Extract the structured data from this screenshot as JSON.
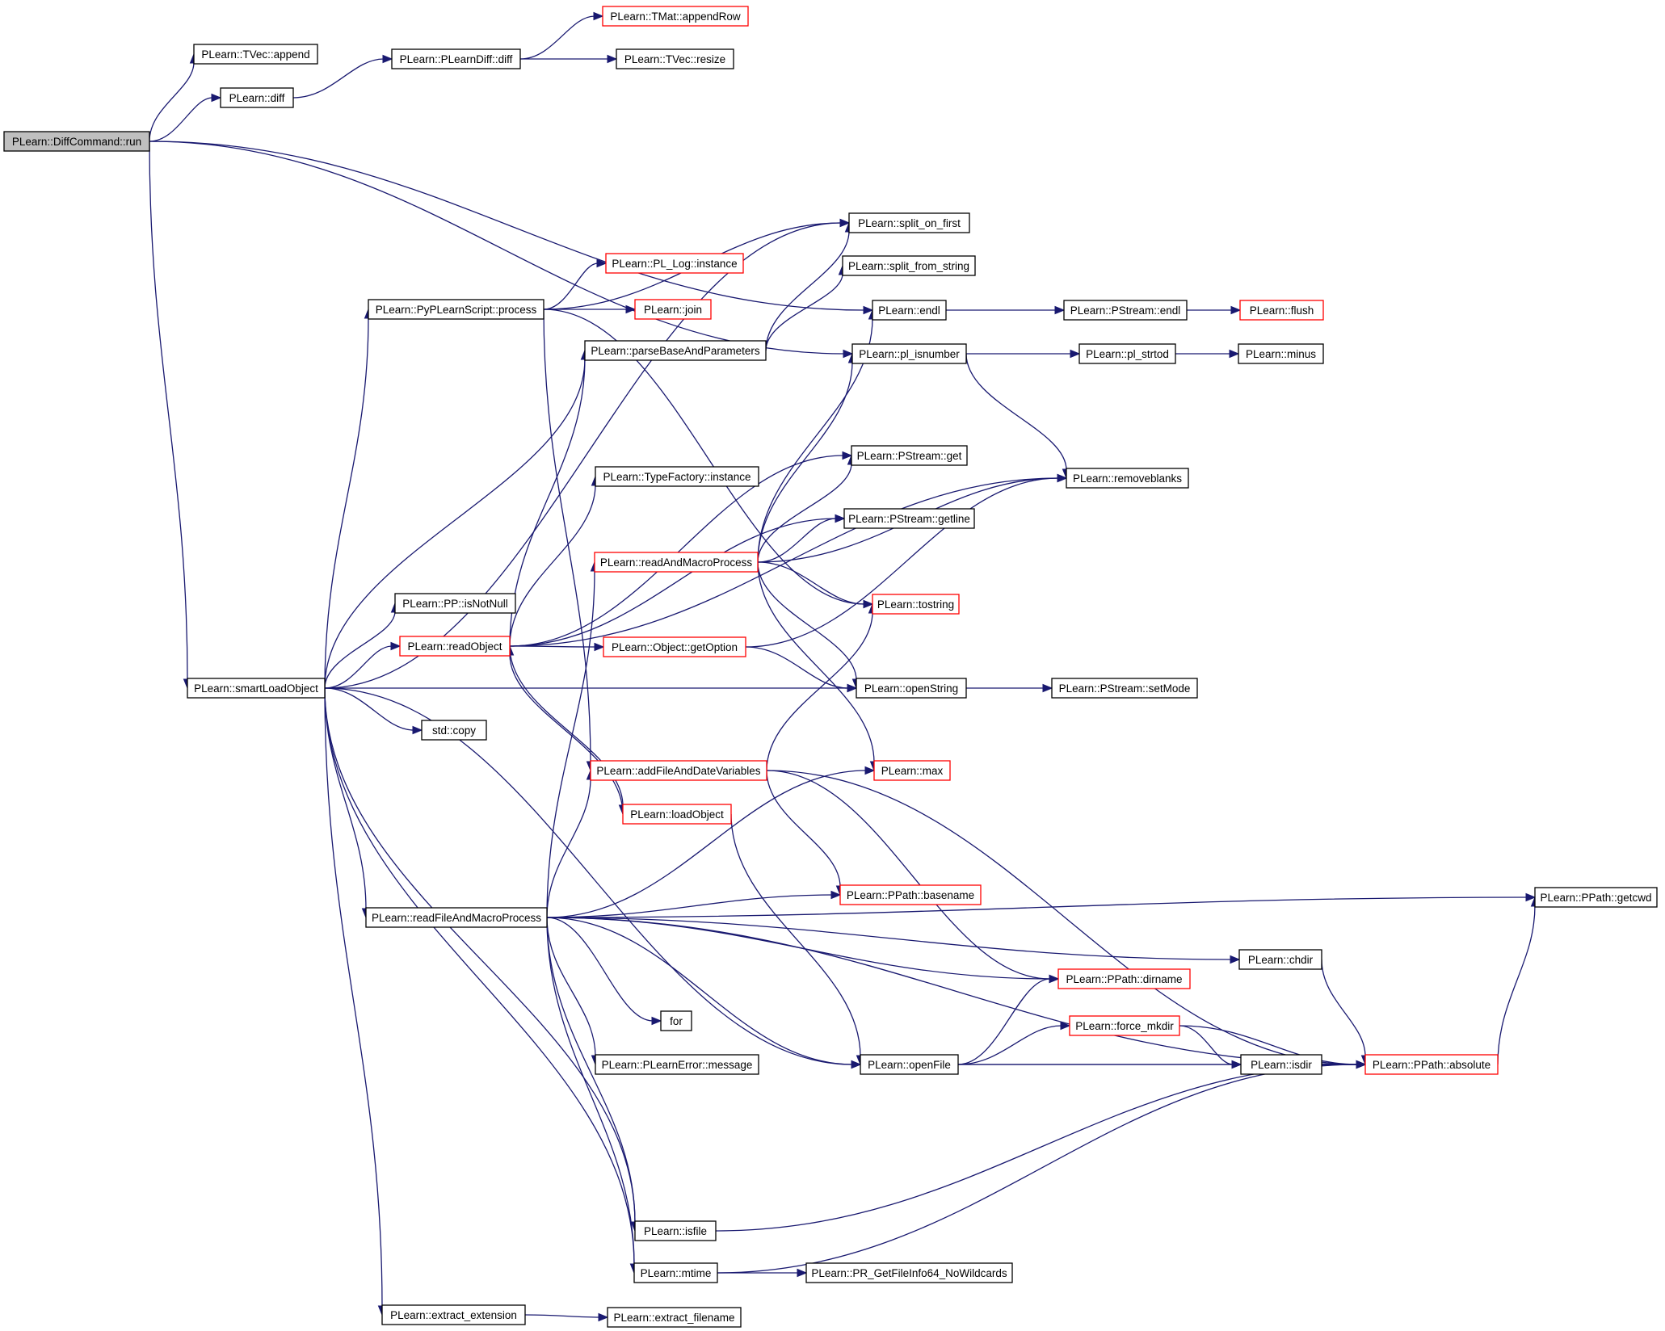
{
  "diagram": {
    "nodes": [
      {
        "id": "run",
        "label": "PLearn::DiffCommand::run",
        "style": "root"
      },
      {
        "id": "tvec_append",
        "label": "PLearn::TVec::append"
      },
      {
        "id": "diff",
        "label": "PLearn::diff"
      },
      {
        "id": "plearndiff",
        "label": "PLearn::PLearnDiff::diff"
      },
      {
        "id": "appendrow",
        "label": "PLearn::TMat::appendRow",
        "style": "red"
      },
      {
        "id": "resize",
        "label": "PLearn::TVec::resize"
      },
      {
        "id": "split_on_first",
        "label": "PLearn::split_on_first"
      },
      {
        "id": "split_from_string",
        "label": "PLearn::split_from_string"
      },
      {
        "id": "pl_log",
        "label": "PLearn::PL_Log::instance",
        "style": "red"
      },
      {
        "id": "process",
        "label": "PLearn::PyPLearnScript::process"
      },
      {
        "id": "join",
        "label": "PLearn::join",
        "style": "red"
      },
      {
        "id": "endl",
        "label": "PLearn::endl"
      },
      {
        "id": "pstream_endl",
        "label": "PLearn::PStream::endl"
      },
      {
        "id": "flush",
        "label": "PLearn::flush",
        "style": "red"
      },
      {
        "id": "parsebase",
        "label": "PLearn::parseBaseAndParameters"
      },
      {
        "id": "pl_isnumber",
        "label": "PLearn::pl_isnumber"
      },
      {
        "id": "pl_strtod",
        "label": "PLearn::pl_strtod"
      },
      {
        "id": "minus",
        "label": "PLearn::minus"
      },
      {
        "id": "pstream_get",
        "label": "PLearn::PStream::get"
      },
      {
        "id": "removeblanks",
        "label": "PLearn::removeblanks"
      },
      {
        "id": "typefactory",
        "label": "PLearn::TypeFactory::instance"
      },
      {
        "id": "getline",
        "label": "PLearn::PStream::getline"
      },
      {
        "id": "readandmacro",
        "label": "PLearn::readAndMacroProcess",
        "style": "red"
      },
      {
        "id": "tostring",
        "label": "PLearn::tostring",
        "style": "red"
      },
      {
        "id": "isnotnull",
        "label": "PLearn::PP::isNotNull"
      },
      {
        "id": "readobject",
        "label": "PLearn::readObject",
        "style": "red"
      },
      {
        "id": "getoption",
        "label": "PLearn::Object::getOption",
        "style": "red"
      },
      {
        "id": "smartload",
        "label": "PLearn::smartLoadObject"
      },
      {
        "id": "openstring",
        "label": "PLearn::openString"
      },
      {
        "id": "setmode",
        "label": "PLearn::PStream::setMode"
      },
      {
        "id": "stdcopy",
        "label": "std::copy"
      },
      {
        "id": "addfile",
        "label": "PLearn::addFileAndDateVariables",
        "style": "red"
      },
      {
        "id": "max",
        "label": "PLearn::max",
        "style": "red"
      },
      {
        "id": "loadobject",
        "label": "PLearn::loadObject",
        "style": "red"
      },
      {
        "id": "getcwd",
        "label": "PLearn::PPath::getcwd"
      },
      {
        "id": "basename",
        "label": "PLearn::PPath::basename",
        "style": "red"
      },
      {
        "id": "readfile",
        "label": "PLearn::readFileAndMacroProcess"
      },
      {
        "id": "chdir",
        "label": "PLearn::chdir"
      },
      {
        "id": "dirname",
        "label": "PLearn::PPath::dirname",
        "style": "red"
      },
      {
        "id": "for",
        "label": "for"
      },
      {
        "id": "force_mkdir",
        "label": "PLearn::force_mkdir",
        "style": "red"
      },
      {
        "id": "message",
        "label": "PLearn::PLearnError::message"
      },
      {
        "id": "openfile",
        "label": "PLearn::openFile"
      },
      {
        "id": "isdir",
        "label": "PLearn::isdir"
      },
      {
        "id": "absolute",
        "label": "PLearn::PPath::absolute",
        "style": "red"
      },
      {
        "id": "isfile",
        "label": "PLearn::isfile"
      },
      {
        "id": "mtime",
        "label": "PLearn::mtime"
      },
      {
        "id": "pr_getfileinfo",
        "label": "PLearn::PR_GetFileInfo64_NoWildcards"
      },
      {
        "id": "extract_ext",
        "label": "PLearn::extract_extension"
      },
      {
        "id": "extract_fn",
        "label": "PLearn::extract_filename"
      }
    ],
    "edges": [
      [
        "run",
        "tvec_append"
      ],
      [
        "run",
        "diff"
      ],
      [
        "diff",
        "plearndiff"
      ],
      [
        "plearndiff",
        "appendrow"
      ],
      [
        "plearndiff",
        "resize"
      ],
      [
        "run",
        "endl"
      ],
      [
        "run",
        "pl_isnumber"
      ],
      [
        "run",
        "smartload"
      ],
      [
        "endl",
        "pstream_endl"
      ],
      [
        "pstream_endl",
        "flush"
      ],
      [
        "pl_isnumber",
        "pl_strtod"
      ],
      [
        "pl_strtod",
        "minus"
      ],
      [
        "pl_isnumber",
        "removeblanks"
      ],
      [
        "smartload",
        "split_on_first"
      ],
      [
        "smartload",
        "process"
      ],
      [
        "smartload",
        "parsebase"
      ],
      [
        "smartload",
        "isnotnull"
      ],
      [
        "smartload",
        "readobject"
      ],
      [
        "smartload",
        "openstring"
      ],
      [
        "smartload",
        "stdcopy"
      ],
      [
        "smartload",
        "readfile"
      ],
      [
        "smartload",
        "openfile"
      ],
      [
        "smartload",
        "isfile"
      ],
      [
        "smartload",
        "mtime"
      ],
      [
        "smartload",
        "extract_ext"
      ],
      [
        "process",
        "split_on_first"
      ],
      [
        "process",
        "pl_log"
      ],
      [
        "process",
        "join"
      ],
      [
        "process",
        "tostring"
      ],
      [
        "process",
        "addfile"
      ],
      [
        "parsebase",
        "split_on_first"
      ],
      [
        "parsebase",
        "split_from_string"
      ],
      [
        "readobject",
        "parsebase"
      ],
      [
        "readobject",
        "pstream_get"
      ],
      [
        "readobject",
        "removeblanks"
      ],
      [
        "readobject",
        "typefactory"
      ],
      [
        "readobject",
        "getline"
      ],
      [
        "readobject",
        "getoption"
      ],
      [
        "readobject",
        "loadobject"
      ],
      [
        "readandmacro",
        "endl"
      ],
      [
        "readandmacro",
        "pl_isnumber"
      ],
      [
        "readandmacro",
        "pstream_get"
      ],
      [
        "readandmacro",
        "getline"
      ],
      [
        "readandmacro",
        "removeblanks"
      ],
      [
        "readandmacro",
        "tostring"
      ],
      [
        "readandmacro",
        "openstring"
      ],
      [
        "readandmacro",
        "max"
      ],
      [
        "getoption",
        "openstring"
      ],
      [
        "getoption",
        "removeblanks"
      ],
      [
        "openstring",
        "setmode"
      ],
      [
        "loadobject",
        "readobject"
      ],
      [
        "loadobject",
        "openfile"
      ],
      [
        "readfile",
        "readandmacro"
      ],
      [
        "readfile",
        "addfile"
      ],
      [
        "readfile",
        "max"
      ],
      [
        "readfile",
        "basename"
      ],
      [
        "readfile",
        "getcwd"
      ],
      [
        "readfile",
        "chdir"
      ],
      [
        "readfile",
        "dirname"
      ],
      [
        "readfile",
        "for"
      ],
      [
        "readfile",
        "message"
      ],
      [
        "readfile",
        "openfile"
      ],
      [
        "readfile",
        "absolute"
      ],
      [
        "readfile",
        "isfile"
      ],
      [
        "readfile",
        "mtime"
      ],
      [
        "addfile",
        "tostring"
      ],
      [
        "addfile",
        "basename"
      ],
      [
        "addfile",
        "dirname"
      ],
      [
        "addfile",
        "absolute"
      ],
      [
        "chdir",
        "absolute"
      ],
      [
        "openfile",
        "dirname"
      ],
      [
        "openfile",
        "force_mkdir"
      ],
      [
        "openfile",
        "isdir"
      ],
      [
        "openfile",
        "absolute"
      ],
      [
        "force_mkdir",
        "isdir"
      ],
      [
        "force_mkdir",
        "absolute"
      ],
      [
        "isdir",
        "absolute"
      ],
      [
        "absolute",
        "getcwd"
      ],
      [
        "isfile",
        "absolute"
      ],
      [
        "mtime",
        "absolute"
      ],
      [
        "mtime",
        "pr_getfileinfo"
      ],
      [
        "extract_ext",
        "extract_fn"
      ]
    ]
  }
}
